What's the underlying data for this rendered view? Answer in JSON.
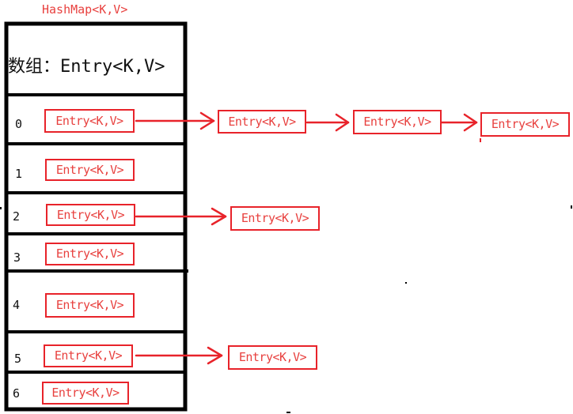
{
  "title": "HashMap<K,V>",
  "array_header": "数组：Entry<K,V>",
  "entry_label": "Entry<K,V>",
  "colors": {
    "frame": "#000000",
    "accent": "#e8232a",
    "text_accent": "#e8413f"
  },
  "buckets": [
    {
      "index": "0",
      "chain": [
        "Entry<K,V>",
        "Entry<K,V>",
        "Entry<K,V>",
        "Entry<K,V>"
      ]
    },
    {
      "index": "1",
      "chain": [
        "Entry<K,V>"
      ]
    },
    {
      "index": "2",
      "chain": [
        "Entry<K,V>",
        "Entry<K,V>"
      ]
    },
    {
      "index": "3",
      "chain": [
        "Entry<K,V>"
      ]
    },
    {
      "index": "4",
      "chain": [
        "Entry<K,V>"
      ]
    },
    {
      "index": "5",
      "chain": [
        "Entry<K,V>",
        "Entry<K,V>"
      ]
    },
    {
      "index": "6",
      "chain": [
        "Entry<K,V>"
      ]
    }
  ]
}
